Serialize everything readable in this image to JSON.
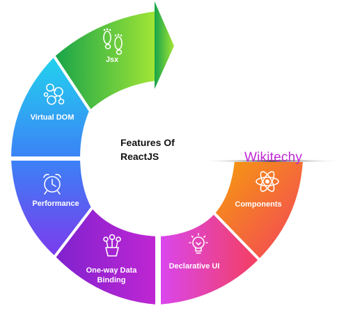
{
  "center": {
    "line1": "Features Of",
    "line2": "ReactJS"
  },
  "watermark": "Wikitechy",
  "segments": [
    {
      "id": "jsx",
      "label": "Jsx",
      "icon": "footprints-icon",
      "color_start": "#16a34a",
      "color_end": "#a3e635"
    },
    {
      "id": "virtual-dom",
      "label": "Virtual DOM",
      "icon": "molecules-icon",
      "color_start": "#22d3ee",
      "color_end": "#3b82f6"
    },
    {
      "id": "performance",
      "label": "Performance",
      "icon": "alarm-clock-icon",
      "color_start": "#3b82f6",
      "color_end": "#7c3aed"
    },
    {
      "id": "one-way-data-binding",
      "label_line1": "One-way Data",
      "label_line2": "Binding",
      "icon": "flower-pot-icon",
      "color_start": "#7e22ce",
      "color_end": "#c026d3"
    },
    {
      "id": "declarative-ui",
      "label": "Declarative UI",
      "icon": "lightbulb-icon",
      "color_start": "#e11d8f",
      "color_end": "#ec4899"
    },
    {
      "id": "components",
      "label": "Components",
      "icon": "atom-icon",
      "color_start": "#f97316",
      "color_end": "#f43f5e"
    }
  ]
}
